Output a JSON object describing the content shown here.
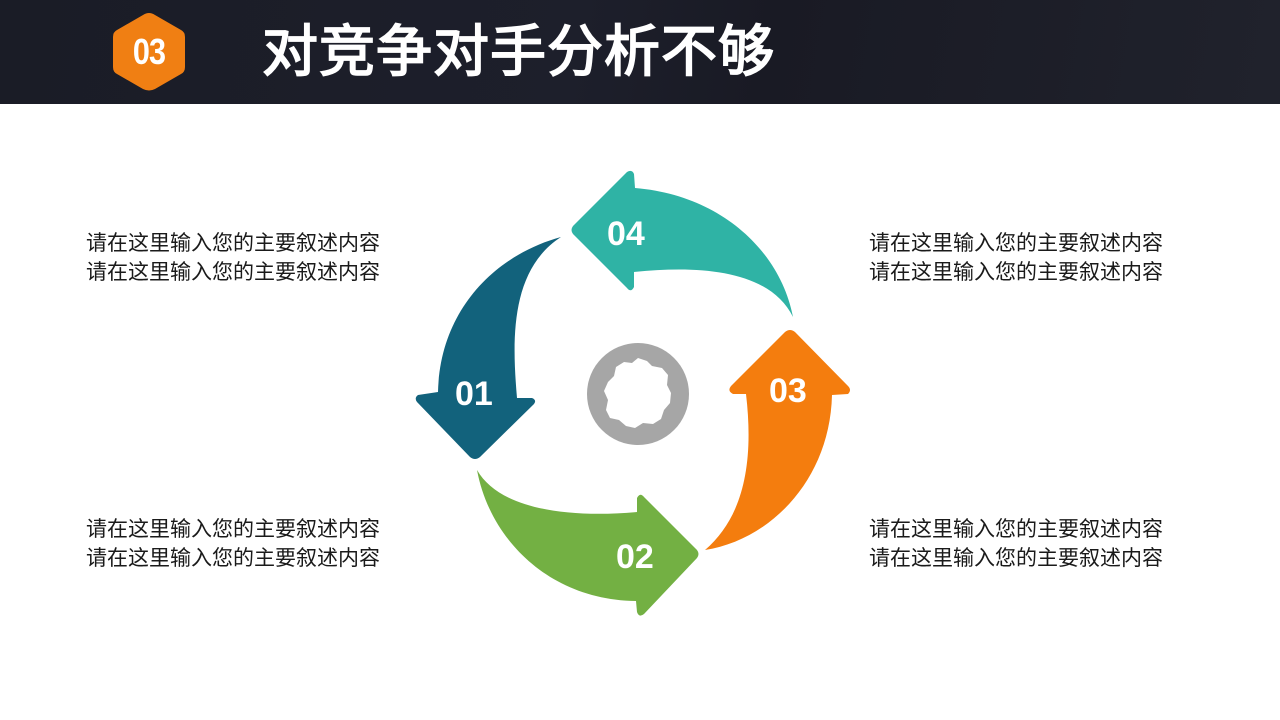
{
  "header": {
    "section_number": "03",
    "title": "对竞争对手分析不够",
    "background_color": "#1b1d28",
    "badge_color": "#f07f13"
  },
  "descriptions": {
    "top_left": [
      "请在这里输入您的主要叙述内容",
      "请在这里输入您的主要叙述内容"
    ],
    "top_right": [
      "请在这里输入您的主要叙述内容",
      "请在这里输入您的主要叙述内容"
    ],
    "bottom_left": [
      "请在这里输入您的主要叙述内容",
      "请在这里输入您的主要叙述内容"
    ],
    "bottom_right": [
      "请在这里输入您的主要叙述内容",
      "请在这里输入您的主要叙述内容"
    ]
  },
  "cycle": {
    "arrows": [
      {
        "label": "01",
        "color": "#12627c",
        "direction": "down"
      },
      {
        "label": "02",
        "color": "#73b043",
        "direction": "right"
      },
      {
        "label": "03",
        "color": "#f47d0e",
        "direction": "up"
      },
      {
        "label": "04",
        "color": "#2fb3a5",
        "direction": "left"
      }
    ],
    "center_icon": "gear-icon",
    "center_color": "#a6a6a6"
  }
}
